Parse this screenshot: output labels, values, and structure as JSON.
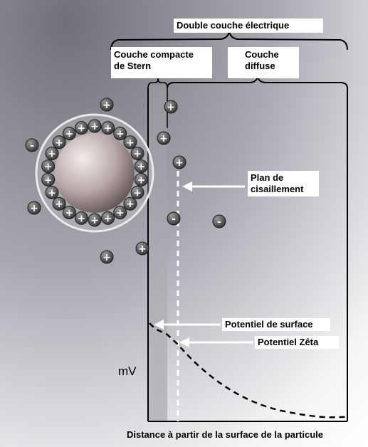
{
  "labels": {
    "double_layer": "Double couche électrique",
    "stern_line1": "Couche compacte",
    "stern_line2": "de Stern",
    "diffuse_line1": "Couche",
    "diffuse_line2": "diffuse",
    "shear_line1": "Plan de",
    "shear_line2": "cisaillement",
    "surface_potential": "Potentiel de surface",
    "zeta_potential": "Potentiel Zêta",
    "y_axis": "mV",
    "x_axis": "Distance à partir de la surface de la particule"
  },
  "ions": {
    "positive_symbol": "+",
    "negative_symbol": "-"
  },
  "colors": {
    "background_dark": "#76767f",
    "background_light": "#ffffff",
    "stern_band": "#b9b9b9",
    "particle_light": "#efe6e6",
    "particle_dark": "#6e5e5e",
    "ion_fill": "#5a5a5a",
    "line": "#000000",
    "dashed_plane": "#ffffff"
  },
  "icons": [
    "positive-ion-icon",
    "negative-ion-icon",
    "arrow-icon",
    "brace-icon"
  ]
}
